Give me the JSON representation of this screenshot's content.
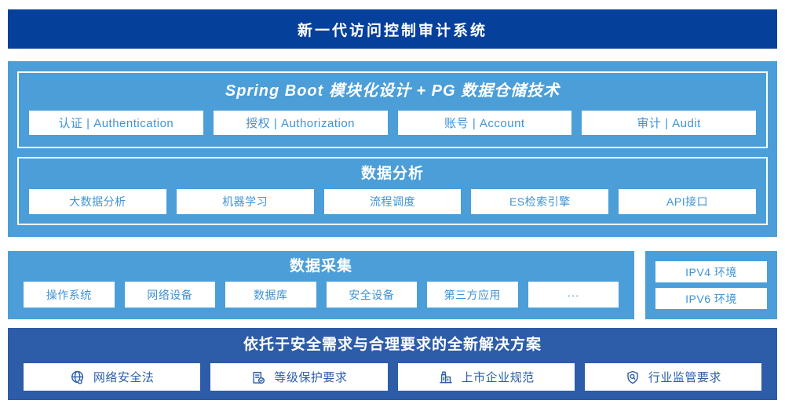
{
  "colors": {
    "banner_bg": "#05409B",
    "panel_bg": "#4B9ED8",
    "box_text": "#3F93D6",
    "solution_bg": "#2D5CA8",
    "solution_text": "#2D5CA8",
    "white": "#FFFFFF"
  },
  "banner": {
    "title": "新一代访问控制审计系统"
  },
  "platform": {
    "modules": {
      "title": "Spring Boot 模块化设计 + PG 数据仓储技术",
      "items": [
        "认证 | Authentication",
        "授权 | Authorization",
        "账号 | Account",
        "审计 | Audit"
      ]
    },
    "analysis": {
      "title": "数据分析",
      "items": [
        "大数据分析",
        "机器学习",
        "流程调度",
        "ES检索引擎",
        "API接口"
      ]
    }
  },
  "collection": {
    "title": "数据采集",
    "items": [
      "操作系统",
      "网络设备",
      "数据库",
      "安全设备",
      "第三方应用",
      "···"
    ],
    "env_items": [
      "IPV4 环境",
      "IPV6 环境"
    ]
  },
  "solution": {
    "title": "依托于安全需求与合理要求的全新解决方案",
    "items": [
      {
        "icon": "globe-icon",
        "label": "网络安全法"
      },
      {
        "icon": "document-check-icon",
        "label": "等级保护要求"
      },
      {
        "icon": "building-icon",
        "label": "上市企业规范"
      },
      {
        "icon": "shield-search-icon",
        "label": "行业监管要求"
      }
    ]
  }
}
